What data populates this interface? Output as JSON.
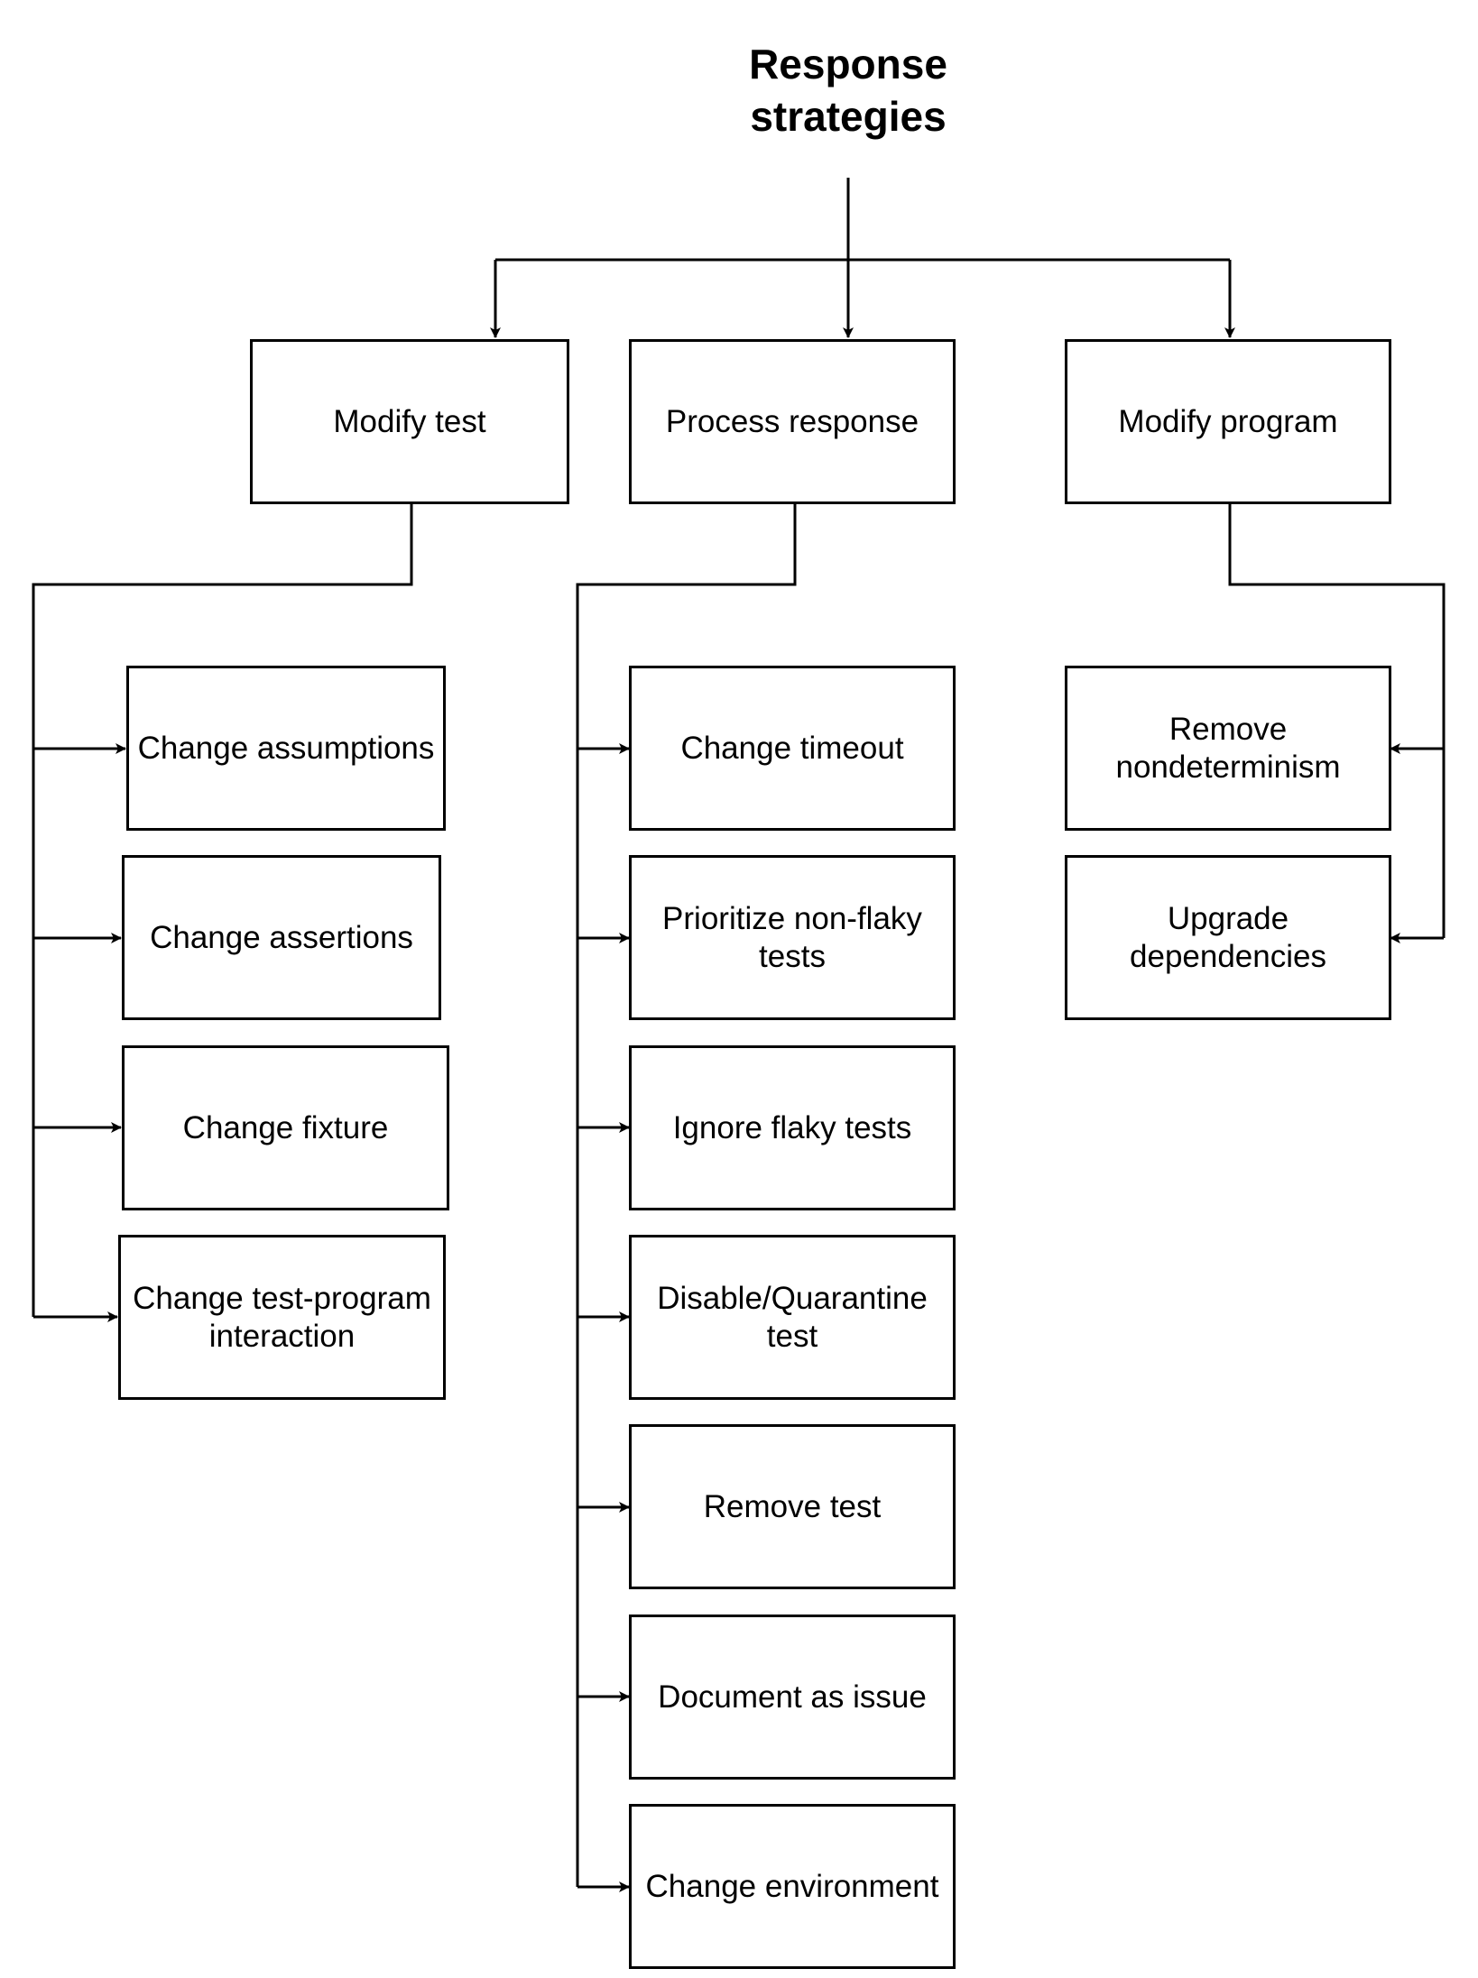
{
  "title": "Response strategies",
  "categories": [
    {
      "label": "Modify test",
      "children": [
        "Change assumptions",
        "Change assertions",
        "Change fixture",
        "Change test-program interaction"
      ]
    },
    {
      "label": "Process response",
      "children": [
        "Change timeout",
        "Prioritize non-flaky tests",
        "Ignore flaky tests",
        "Disable/Quarantine test",
        "Remove test",
        "Document as issue",
        "Change environment"
      ]
    },
    {
      "label": "Modify program",
      "children": [
        "Remove nondeterminism",
        "Upgrade dependencies"
      ]
    }
  ]
}
